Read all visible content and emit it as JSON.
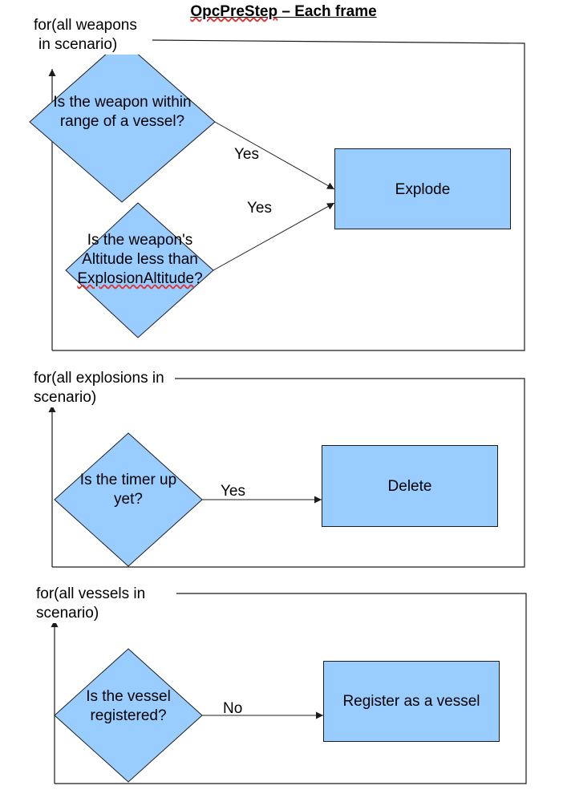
{
  "title": {
    "main": "OpcPreStep",
    "suffix": " – Each frame"
  },
  "colors": {
    "shape_fill": "#99ccff",
    "line": "#1c1c1c",
    "spellcheck": "#d33333"
  },
  "sections": {
    "weapons": {
      "loop_line1": "for(all weapons",
      "loop_line2": "in scenario)",
      "decision1_line1": "Is the weapon within",
      "decision1_line2": "range of a vessel?",
      "decision1_edge": "Yes",
      "decision2_line1": "Is the weapon's",
      "decision2_line2": "Altitude less than",
      "decision2_line3_term": "ExplosionAltitude",
      "decision2_line3_end": "?",
      "decision2_edge": "Yes",
      "action": "Explode"
    },
    "explosions": {
      "loop_line1": "for(all explosions in",
      "loop_line2": "scenario)",
      "decision_line1": "Is the timer up",
      "decision_line2": "yet?",
      "edge": "Yes",
      "action": "Delete"
    },
    "vessels": {
      "loop_line1": "for(all vessels in",
      "loop_line2": "scenario)",
      "decision_line1": "Is the vessel",
      "decision_line2": "registered?",
      "edge": "No",
      "action": "Register as a vessel"
    }
  }
}
